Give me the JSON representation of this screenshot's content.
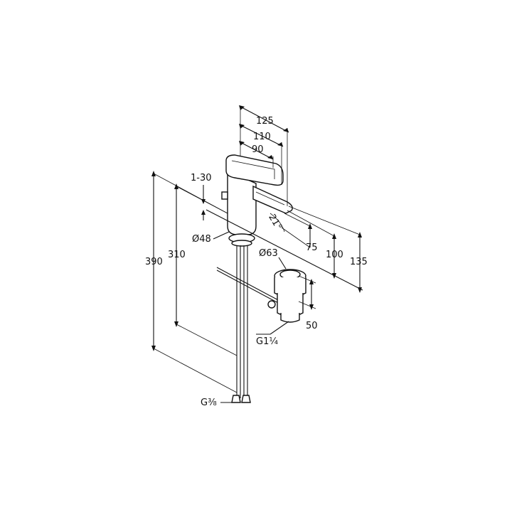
{
  "dimensions": {
    "width_125": "125",
    "width_110": "110",
    "width_90": "90",
    "lever_travel": "1-30",
    "spout_angle": "21°",
    "base_diameter": "Ø48",
    "drain_diameter": "Ø63",
    "spout_height_75": "75",
    "spout_height_100": "100",
    "total_135": "135",
    "height_390": "390",
    "height_310": "310",
    "drain_depth": "50",
    "drain_thread": "G1¼",
    "supply_thread": "G⅜"
  }
}
